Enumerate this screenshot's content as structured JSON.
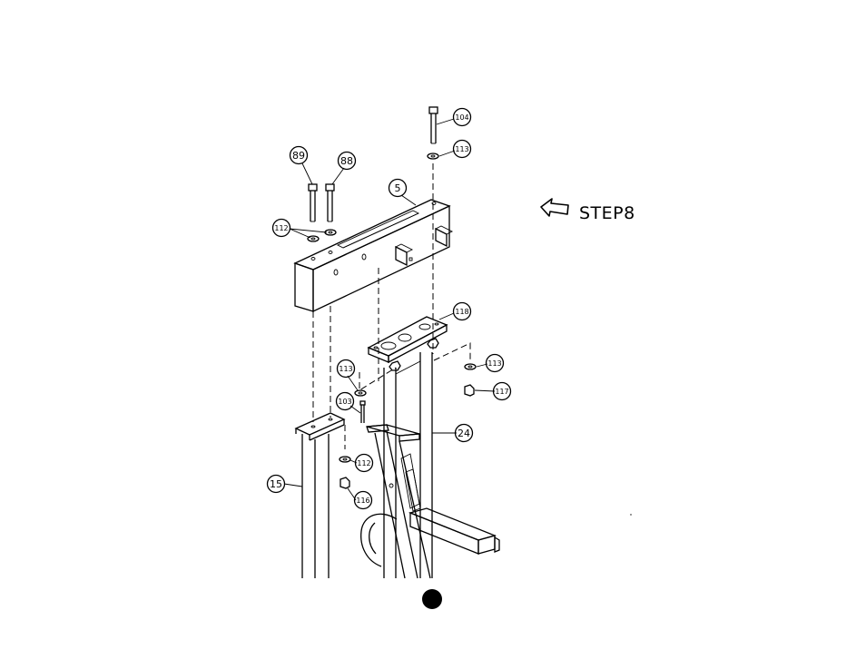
{
  "step": {
    "label": "STEP8"
  },
  "callouts": {
    "c89": "89",
    "c88": "88",
    "c5": "5",
    "c104": "104",
    "c113a": "113",
    "c112a": "112",
    "c118": "118",
    "c113b": "113",
    "c117": "117",
    "c113c": "113",
    "c103": "103",
    "c24": "24",
    "c112b": "112",
    "c15": "15",
    "c116": "116"
  },
  "icons": {
    "step_arrow": "hollow-left-arrow-icon",
    "page_marker": "filled-circle-icon"
  },
  "colors": {
    "ink": "#000000",
    "paper": "#ffffff"
  }
}
